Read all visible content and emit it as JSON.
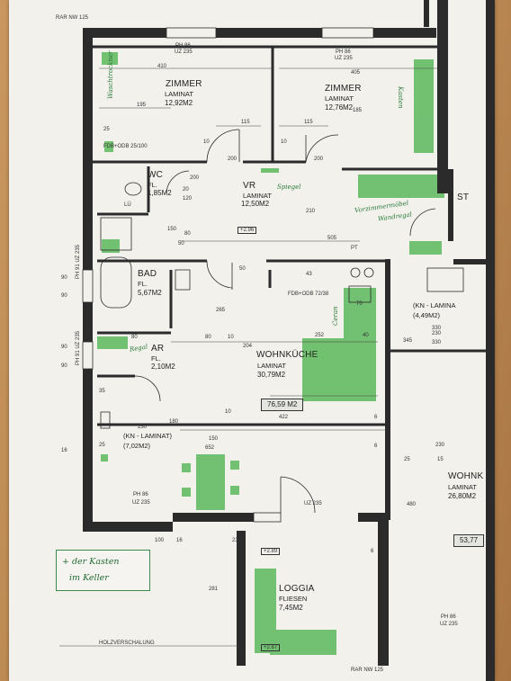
{
  "title_top": "RAR NW 125",
  "title_bottom": "RAR NW 125",
  "rooms": [
    {
      "name": "ZIMMER",
      "floor": "LAMINAT",
      "area": "12,92M2"
    },
    {
      "name": "ZIMMER",
      "floor": "LAMINAT",
      "area": "12,76M2"
    },
    {
      "name": "WC",
      "floor": "FL.",
      "area": "1,85M2"
    },
    {
      "name": "VR",
      "floor": "LAMINAT",
      "area": "12,50M2"
    },
    {
      "name": "BAD",
      "floor": "FL.",
      "area": "5,67M2"
    },
    {
      "name": "AR",
      "floor": "FL.",
      "area": "2,10M2"
    },
    {
      "name": "WOHNKÜCHE",
      "floor": "LAMINAT",
      "area": "30,79M2"
    },
    {
      "name": "LOGGIA",
      "floor": "FLIESEN",
      "area": "7,45M2"
    },
    {
      "name": "WOHNK",
      "floor": "LAMINAT",
      "area": "26,80M2"
    }
  ],
  "kn_labels": [
    "(KN - LAMINAT)",
    "(7,02M2)",
    "(KN - LAMINA",
    "(4,49M2)"
  ],
  "windows": [
    "PH 86",
    "UZ 235",
    "PH 86",
    "UZ 235",
    "PH 86",
    "UZ 235",
    "PH 86",
    "UZ 235",
    "UZ 235"
  ],
  "total_area": "76,59 M2",
  "total_area_right": "53,77",
  "door_codes": [
    "FDB+ODB 25/100",
    "FDB+ODB 72/38"
  ],
  "cut_notes": [
    "PH 91 UZ 235",
    "PH 91 UZ 235"
  ],
  "level_marks": [
    "+2.96",
    "+2.89",
    "+2.87"
  ],
  "misc_labels": [
    "LÜ",
    "PT",
    "HOLZVERSCHALUNG",
    "ST"
  ],
  "dimensions": {
    "top": [
      "410",
      "405",
      "115",
      "115"
    ],
    "rooms": [
      "195",
      "185",
      "25",
      "120",
      "10",
      "10",
      "200",
      "200",
      "200",
      "210",
      "20",
      "150",
      "80",
      "505",
      "43",
      "50",
      "50",
      "265",
      "80",
      "10",
      "204",
      "252",
      "70",
      "40",
      "80",
      "10",
      "35",
      "422",
      "6",
      "230",
      "180",
      "25",
      "150",
      "652",
      "6",
      "230",
      "25",
      "15",
      "100",
      "281",
      "6",
      "480",
      "330",
      "345",
      "230",
      "330",
      "90",
      "90",
      "90",
      "90",
      "16",
      "16",
      "23"
    ]
  },
  "handwriting": {
    "washer": "Waschtrockner",
    "wardrobe": "Kasten",
    "mirror": "Spiegel",
    "hall_cabinet": "Vorzimmermöbel",
    "shelf": "Wandregal",
    "cooktop": "Ceran",
    "rack": "Regal",
    "note_line1": "+ der Kasten",
    "note_line2": "im Keller"
  }
}
